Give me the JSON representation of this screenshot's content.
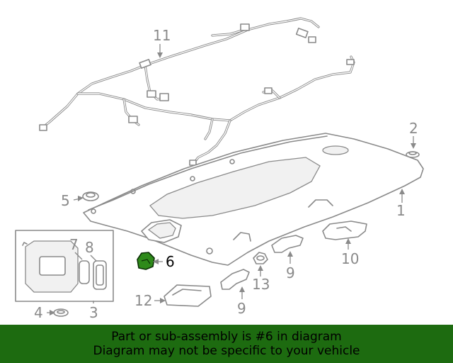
{
  "callouts": {
    "c1": "1",
    "c2": "2",
    "c3": "3",
    "c4": "4",
    "c5": "5",
    "c6": "6",
    "c7": "7",
    "c8": "8",
    "c9a": "9",
    "c9b": "9",
    "c10": "10",
    "c11": "11",
    "c12": "12",
    "c13": "13"
  },
  "highlight": {
    "part_number": "6",
    "color": "#1d6b10"
  },
  "banner": {
    "line1": "Part or sub-assembly is #6 in diagram",
    "line2": "Diagram may not be specific to your vehicle",
    "color": "#1d6b10"
  }
}
